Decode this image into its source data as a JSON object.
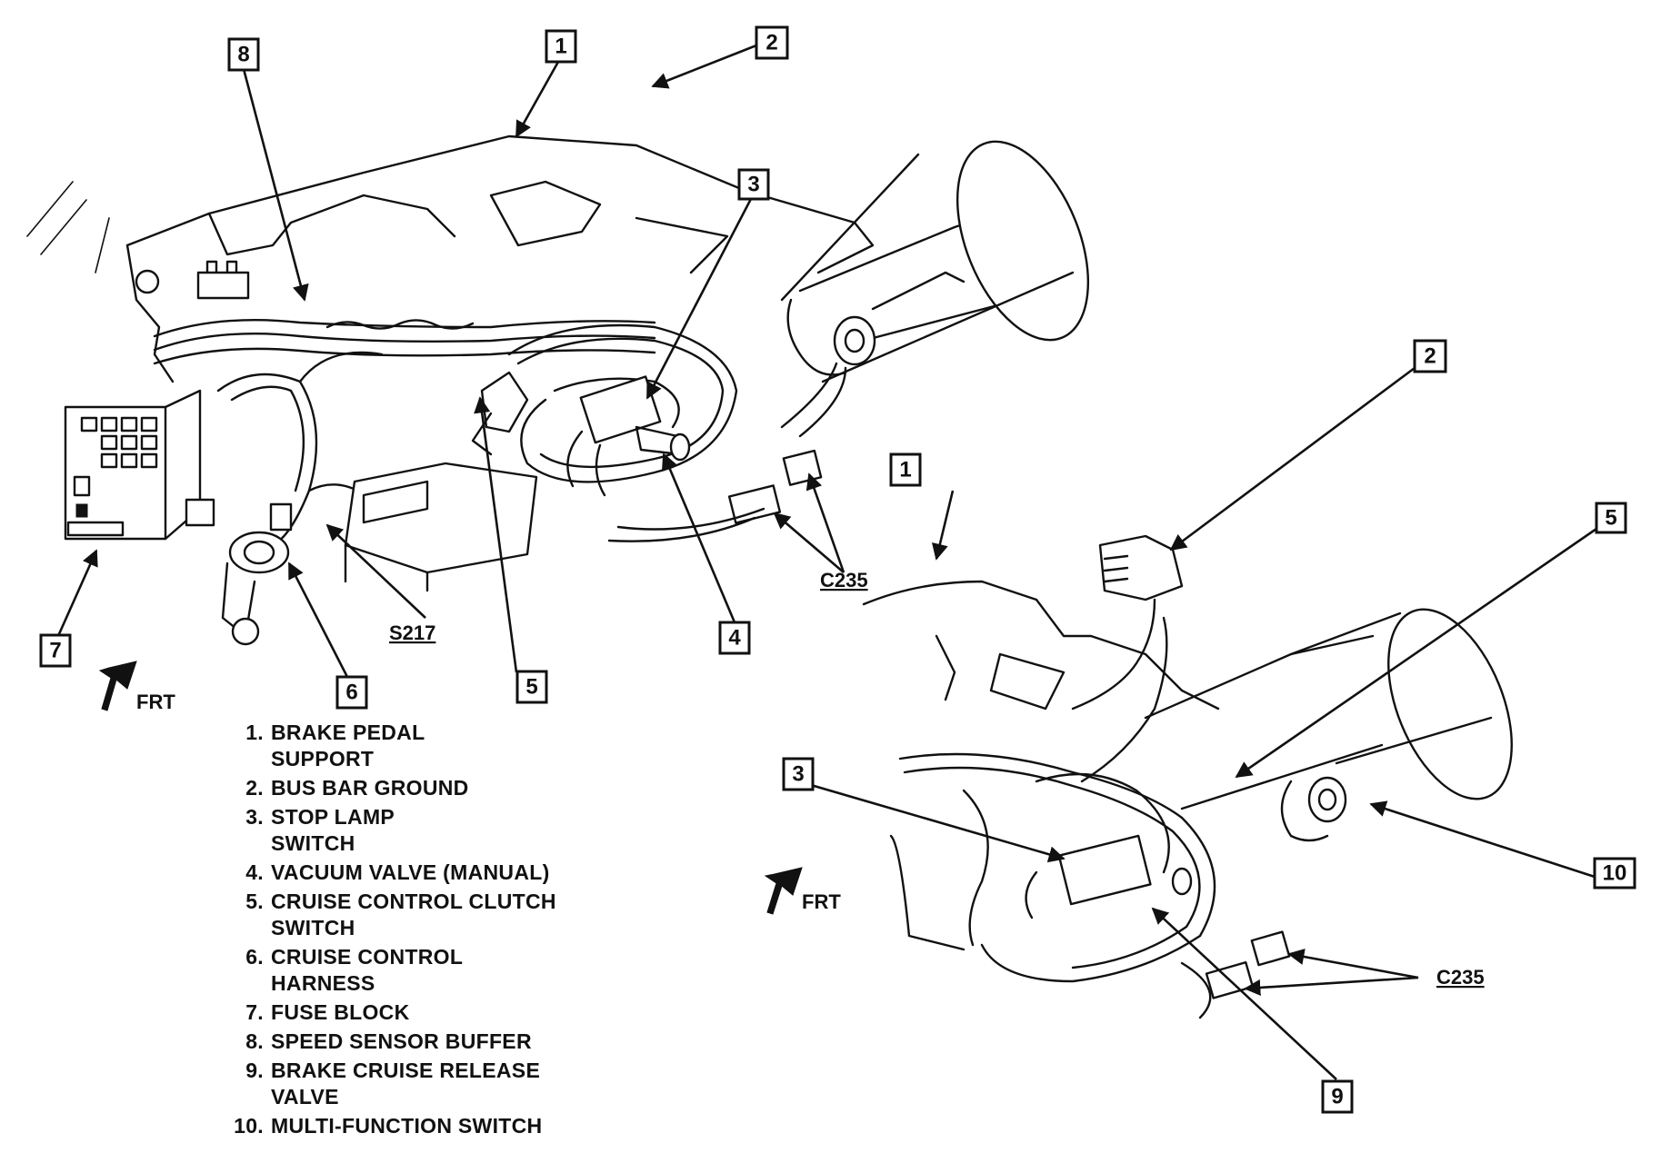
{
  "callouts": {
    "left_1": "1",
    "left_2": "2",
    "left_3": "3",
    "left_4": "4",
    "left_5": "5",
    "left_6": "6",
    "left_7": "7",
    "left_8": "8",
    "right_1": "1",
    "right_2": "2",
    "right_3": "3",
    "right_5": "5",
    "right_9": "9",
    "right_10": "10"
  },
  "connectors": {
    "left_c235": "C235",
    "left_s217": "S217",
    "right_c235": "C235"
  },
  "orientation": {
    "left_frt": "FRT",
    "right_frt": "FRT"
  },
  "legend": [
    {
      "num": "1.",
      "text": "BRAKE PEDAL\nSUPPORT"
    },
    {
      "num": "2.",
      "text": "BUS BAR GROUND"
    },
    {
      "num": "3.",
      "text": "STOP LAMP\nSWITCH"
    },
    {
      "num": "4.",
      "text": "VACUUM VALVE (MANUAL)"
    },
    {
      "num": "5.",
      "text": "CRUISE CONTROL CLUTCH\nSWITCH"
    },
    {
      "num": "6.",
      "text": "CRUISE CONTROL\nHARNESS"
    },
    {
      "num": "7.",
      "text": "FUSE BLOCK"
    },
    {
      "num": "8.",
      "text": "SPEED SENSOR BUFFER"
    },
    {
      "num": "9.",
      "text": "BRAKE CRUISE RELEASE\nVALVE"
    },
    {
      "num": "10.",
      "text": "MULTI-FUNCTION SWITCH"
    }
  ]
}
